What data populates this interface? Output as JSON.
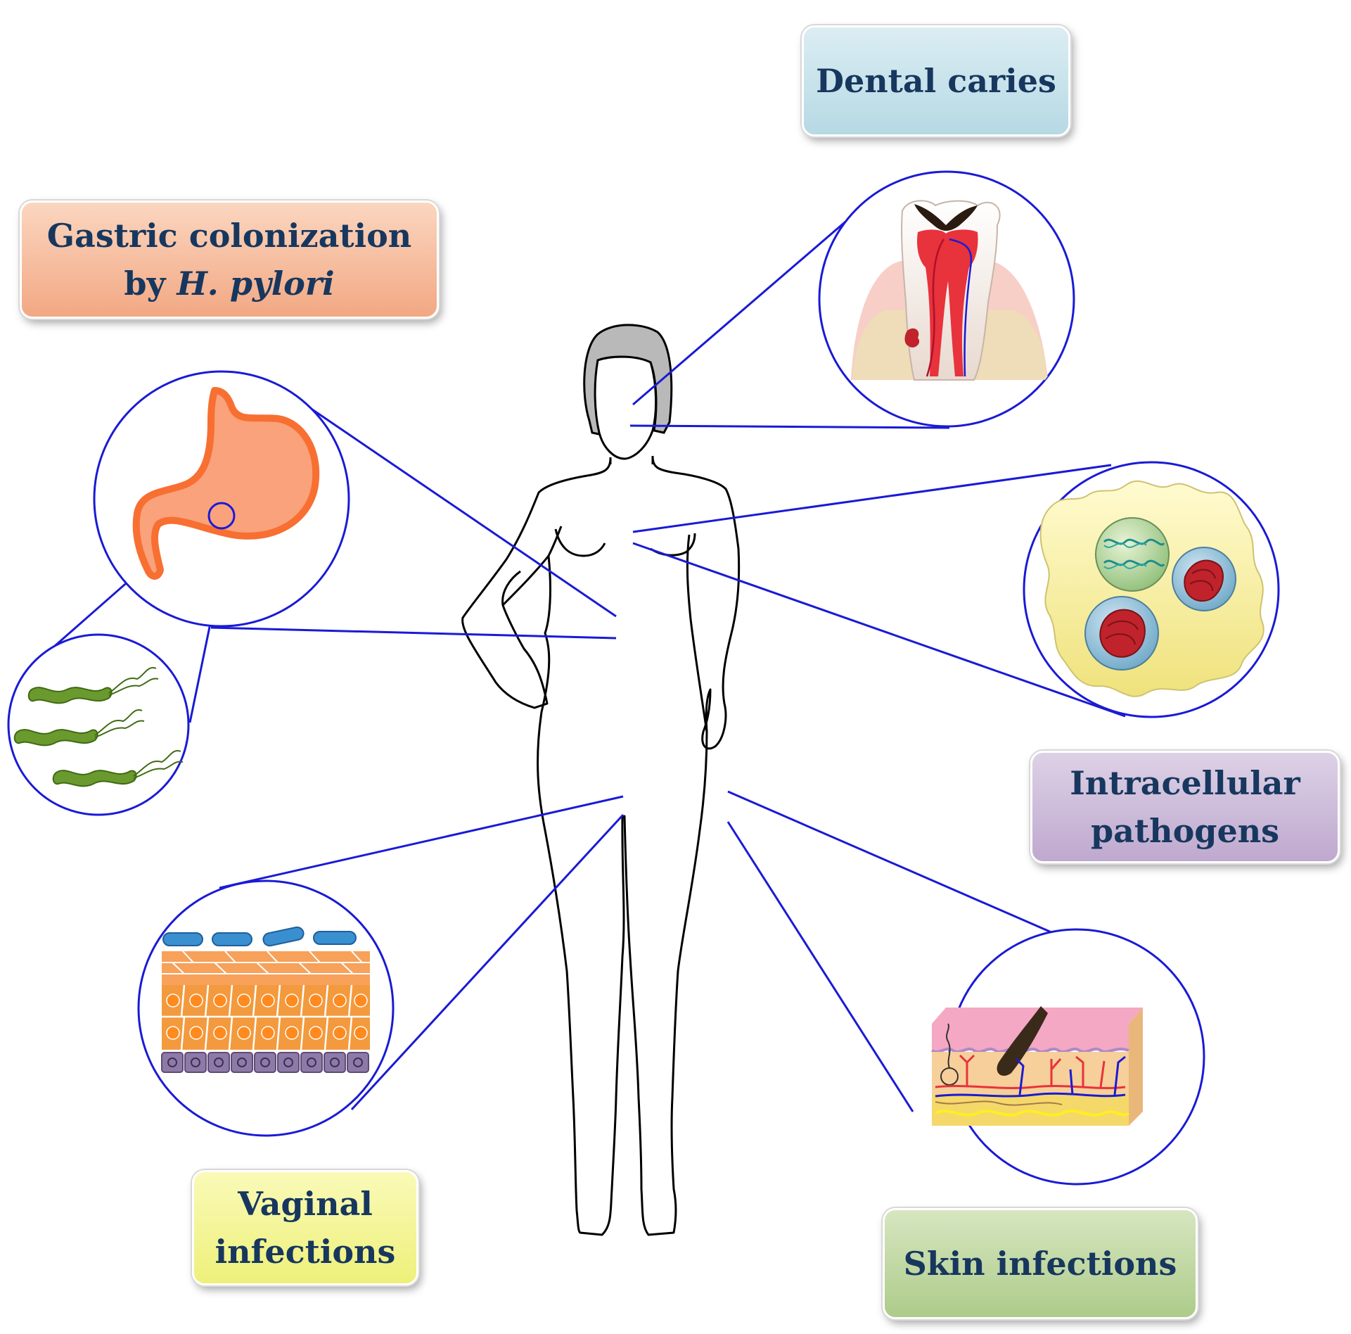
{
  "labels": {
    "dental": "Dental caries",
    "gastric_line1": "Gastric colonization",
    "gastric_by": "by ",
    "gastric_species": "H. pylori",
    "intracellular_line1": "Intracellular",
    "intracellular_line2": "pathogens",
    "vaginal_line1": "Vaginal",
    "vaginal_line2": "infections",
    "skin": "Skin infections"
  },
  "colors": {
    "connector": "#1a1ad6",
    "label_text": "#17375e",
    "dental_box": "#c4e1ea",
    "gastric_box": "#f6bb9c",
    "intracellular_box": "#cdbcdb",
    "vaginal_box": "#f4f596",
    "skin_box": "#bfd7a1",
    "stomach": "#f98c5e",
    "bacteria": "#6a9a2e",
    "cell": "#fbf3a7",
    "red_pathogen": "#c0232b"
  }
}
